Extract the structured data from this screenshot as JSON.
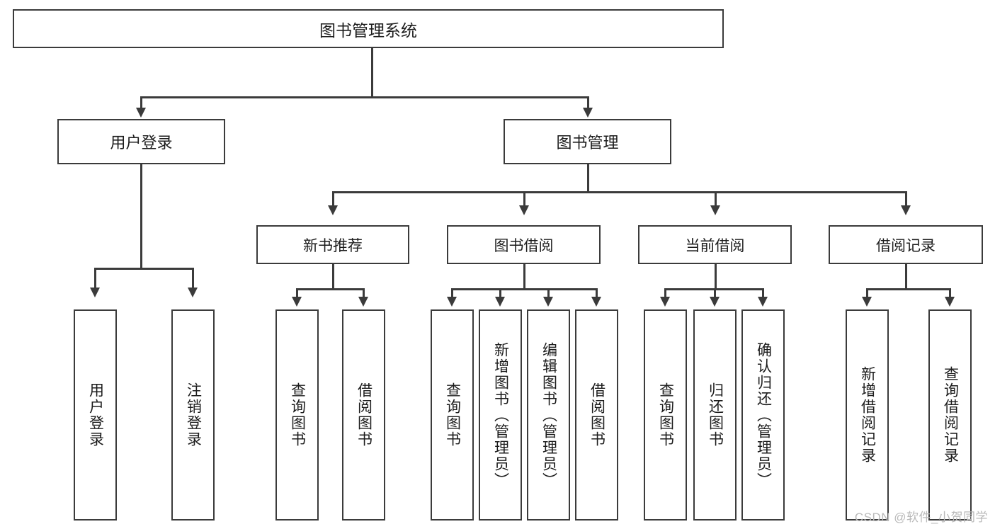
{
  "diagram": {
    "type": "tree-hierarchy",
    "title": "图书管理系统",
    "root": {
      "label": "图书管理系统"
    },
    "level2": [
      {
        "label": "用户登录"
      },
      {
        "label": "图书管理"
      }
    ],
    "level3": [
      {
        "label": "新书推荐"
      },
      {
        "label": "图书借阅"
      },
      {
        "label": "当前借阅"
      },
      {
        "label": "借阅记录"
      }
    ],
    "leaves": {
      "user_login": [
        {
          "label": "用户登录"
        },
        {
          "label": "注销登录"
        }
      ],
      "new_book_recommend": [
        {
          "label": "查询图书"
        },
        {
          "label": "借阅图书"
        }
      ],
      "book_borrow": [
        {
          "label": "查询图书"
        },
        {
          "label": "新增图书（管理员）"
        },
        {
          "label": "编辑图书（管理员）"
        },
        {
          "label": "借阅图书"
        }
      ],
      "current_borrow": [
        {
          "label": "查询图书"
        },
        {
          "label": "归还图书"
        },
        {
          "label": "确认归还（管理员）"
        }
      ],
      "borrow_record": [
        {
          "label": "新增借阅记录"
        },
        {
          "label": "查询借阅记录"
        }
      ]
    }
  },
  "watermark": {
    "text": "CSDN @软件_小贺同学"
  },
  "colors": {
    "stroke": "#3b3b3b",
    "text": "#1c1c1c",
    "background": "#ffffff",
    "watermark": "#b9b9b9"
  }
}
